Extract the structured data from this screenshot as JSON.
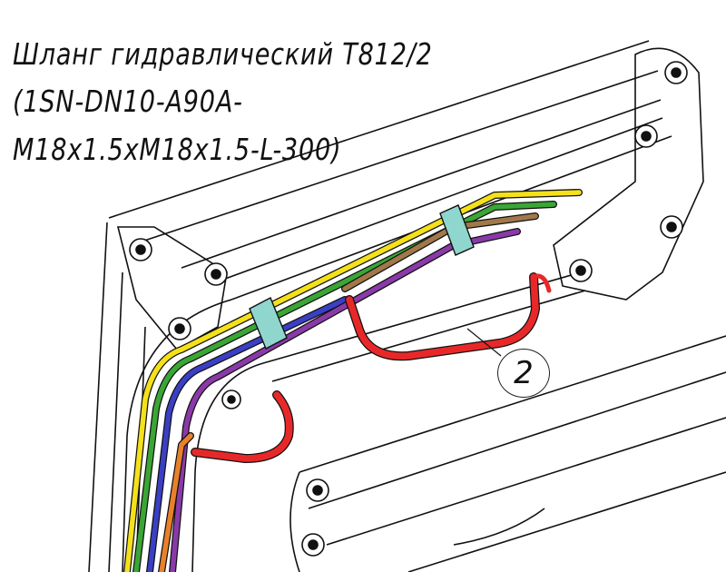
{
  "title": {
    "line1": "Шланг гидравлический Т812/2",
    "line2": "(1SN-DN10-A90A-",
    "line3": "M18x1.5xM18x1.5-L-300)"
  },
  "callout": {
    "label": "2"
  },
  "colors": {
    "hose_yellow": "#f5e11a",
    "hose_green": "#3aa635",
    "hose_blue": "#3b3fc4",
    "hose_purple": "#8a3aa8",
    "hose_brown": "#a0784a",
    "hose_orange": "#e8812a",
    "hose_red": "#e82828",
    "clamp": "#8fd6cf"
  }
}
